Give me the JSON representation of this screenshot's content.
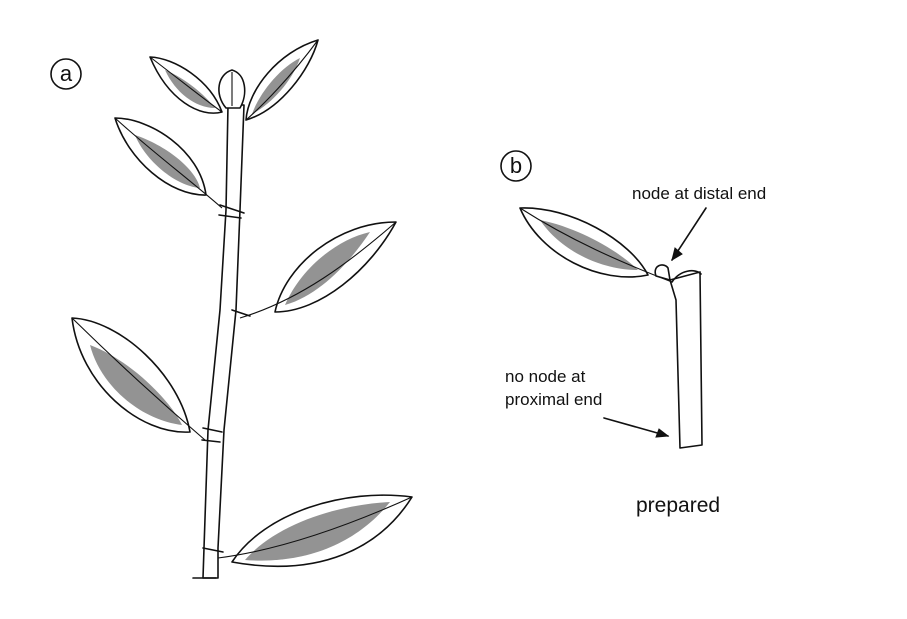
{
  "panels": {
    "a": {
      "letter": "a"
    },
    "b": {
      "letter": "b",
      "distal_label": "node at distal end",
      "proximal_label_line1": "no node at",
      "proximal_label_line2": "proximal end",
      "caption": "prepared"
    }
  },
  "colors": {
    "ink": "#111111",
    "background": "#ffffff"
  }
}
